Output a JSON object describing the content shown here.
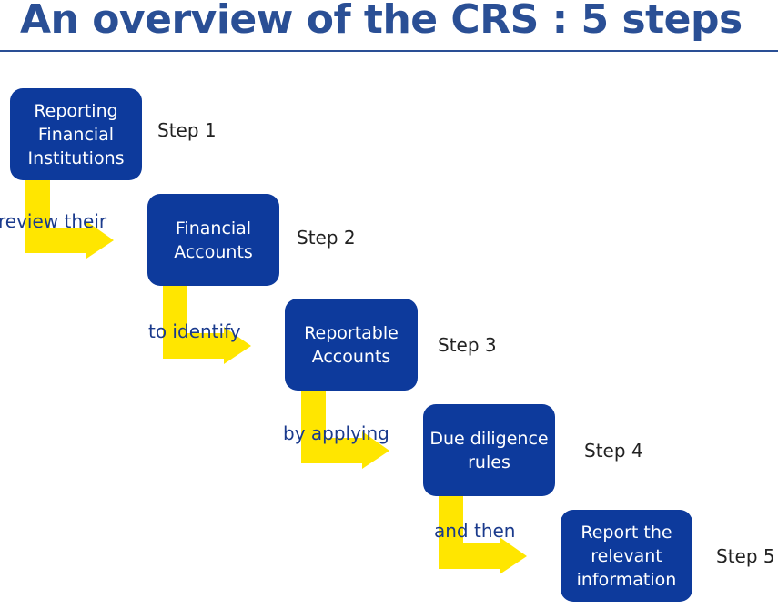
{
  "title": "An overview of the CRS : 5 steps",
  "colors": {
    "title": "#2a4f95",
    "box": "#0d3a9c",
    "arrow": "#ffe600",
    "connector_text": "#1a3a8c"
  },
  "steps": [
    {
      "box_text": "Reporting Financial Institutions",
      "step_label": "Step 1"
    },
    {
      "box_text": "Financial Accounts",
      "step_label": "Step 2"
    },
    {
      "box_text": "Reportable Accounts",
      "step_label": "Step 3"
    },
    {
      "box_text": "Due diligence rules",
      "step_label": "Step 4"
    },
    {
      "box_text": "Report the relevant information",
      "step_label": "Step 5"
    }
  ],
  "connectors": [
    {
      "text": "review their"
    },
    {
      "text": "to identify"
    },
    {
      "text": "by applying"
    },
    {
      "text": "and then"
    }
  ]
}
